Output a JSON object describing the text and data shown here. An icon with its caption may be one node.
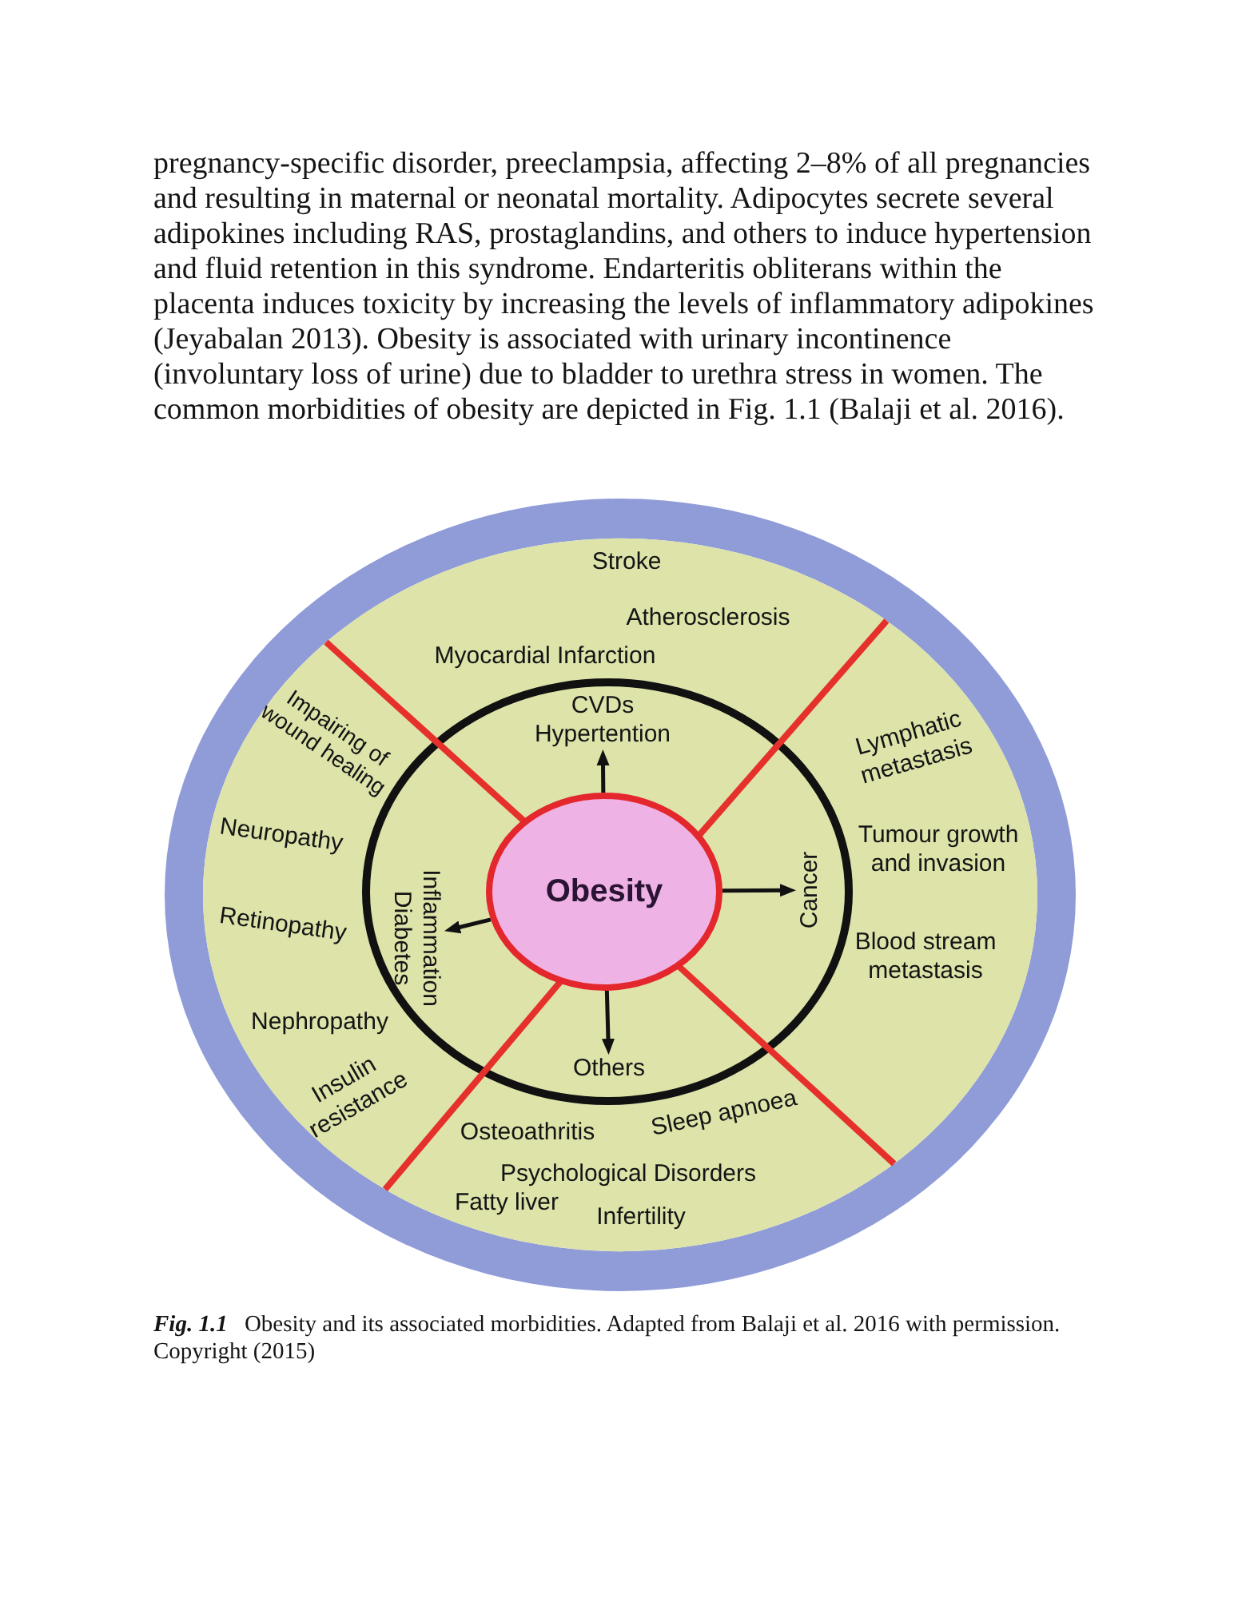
{
  "diagram": {
    "caption": "**Fig. 1.1** Obesity and its associated morbidities. Adapted from Balaji et al. 2016 with permission. Copyright (2015)",
    "nodes": [
      {
        "text": [
          "CVDs",
          "Hypertention"
        ]
      },
      {
        "text": [
          "Inflammation",
          "Diabetes"
        ]
      },
      {
        "text": [
          "Obesity"
        ]
      },
      {
        "text": [
          "Cancer"
        ]
      },
      {
        "text": [
          "Others"
        ]
      }
    ],
    "edges": [
      {
        "from": 2,
        "to": 0,
        "arrow": "to"
      },
      {
        "from": 2,
        "to": 1,
        "arrow": "to"
      },
      {
        "from": 2,
        "to": 3,
        "arrow": "to"
      },
      {
        "from": 2,
        "to": 4,
        "arrow": "to"
      }
    ],
    "labels": [
      "pregnancy-specific disorder, preeclampsia, affecting 2–8% of all pregnancies and resulting in maternal or neonatal mortality. Adipocytes secrete several adipokines including RAS, prostaglandins, and others to induce hypertension and fluid retention in this syndrome. Endarteritis obliterans within the placenta induces toxicity by increasing the levels of inflammatory adipokines (Jeyabalan 2013). Obesity is associated with urinary incontinence (involuntary loss of urine) due to bladder to urethra stress in women. The common morbidities of obesity are depicted in Fig. 1.1 (Balaji et al. 2016).",
      "Stroke",
      "Atherosclerosis",
      "Myocardial Infarction",
      "Impairing of wound healing",
      "Neuropathy",
      "Retinopathy",
      "Nephropathy",
      "Insulin resistance",
      "Lymphatic metastasis",
      "Tumour growth and invasion",
      "Blood stream metastasis",
      "Osteoathritis",
      "Sleep apnoea",
      "Psychological Disorders",
      "Fatty liver",
      "Infertility"
    ]
  }
}
